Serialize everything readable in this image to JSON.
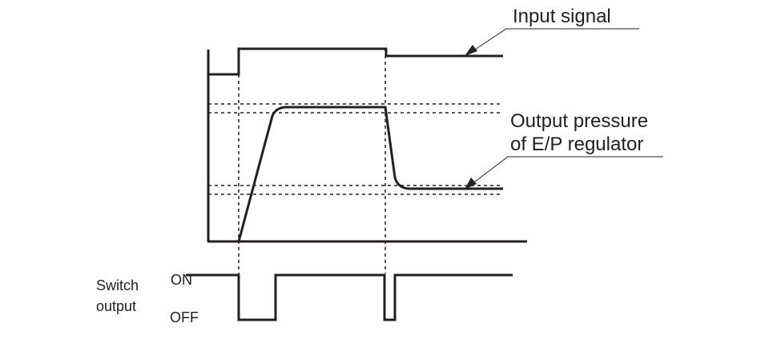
{
  "labels": {
    "input_signal": "Input signal",
    "output_pressure_line1": "Output pressure",
    "output_pressure_line2": "of E/P regulator",
    "switch_output_line1": "Switch",
    "switch_output_line2": "output",
    "on": "ON",
    "off": "OFF"
  },
  "colors": {
    "line": "#231f20"
  }
}
